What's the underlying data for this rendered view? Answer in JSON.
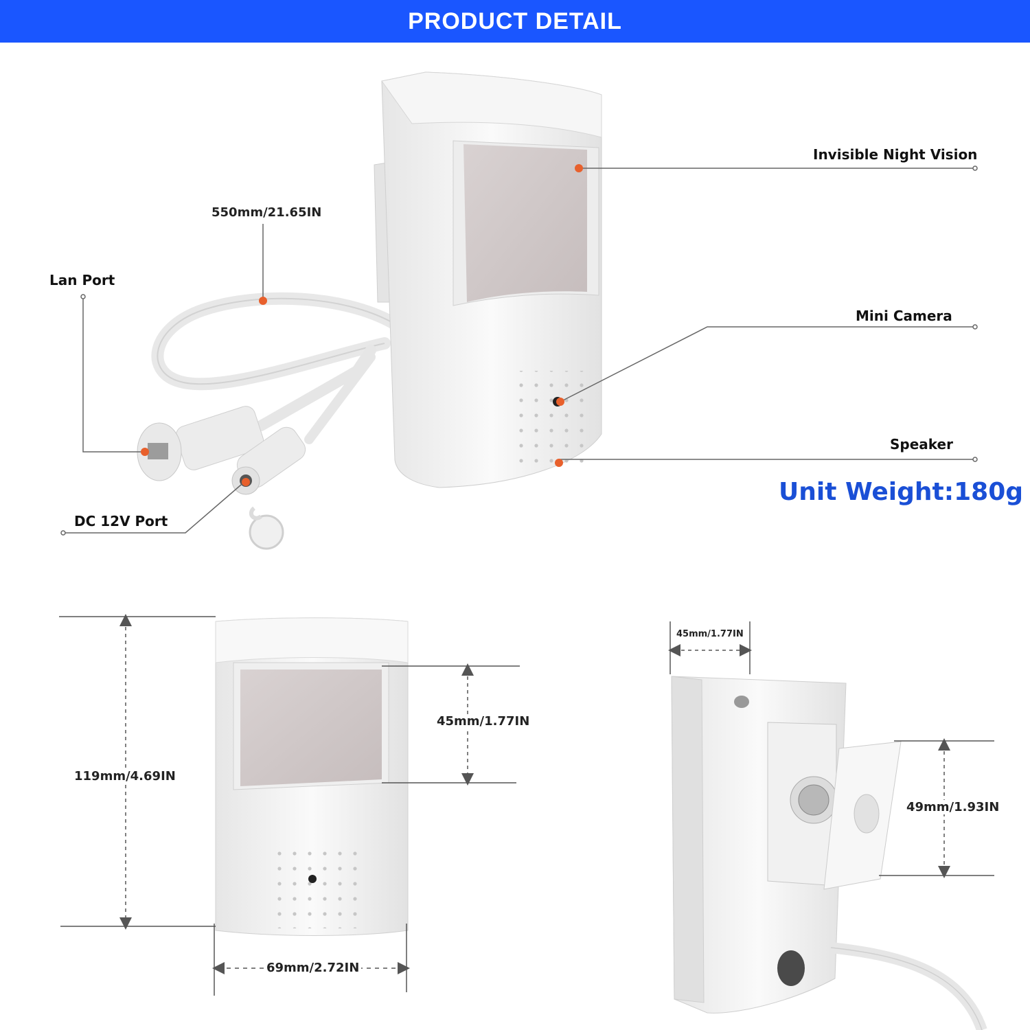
{
  "header": {
    "title": "PRODUCT DETAIL"
  },
  "callouts": {
    "night_vision": "Invisible Night Vision",
    "mini_camera": "Mini Camera",
    "speaker": "Speaker",
    "lan_port": "Lan Port",
    "dc_port": "DC 12V Port",
    "cable_length": "550mm/21.65IN"
  },
  "weight": "Unit Weight:180g",
  "dimensions": {
    "height": "119mm/4.69IN",
    "lens_height": "45mm/1.77IN",
    "width": "69mm/2.72IN",
    "depth": "45mm/1.77IN",
    "bracket": "49mm/1.93IN"
  },
  "colors": {
    "header": "#1a56ff",
    "accent": "#e8602c",
    "weight": "#1a4fd6"
  }
}
